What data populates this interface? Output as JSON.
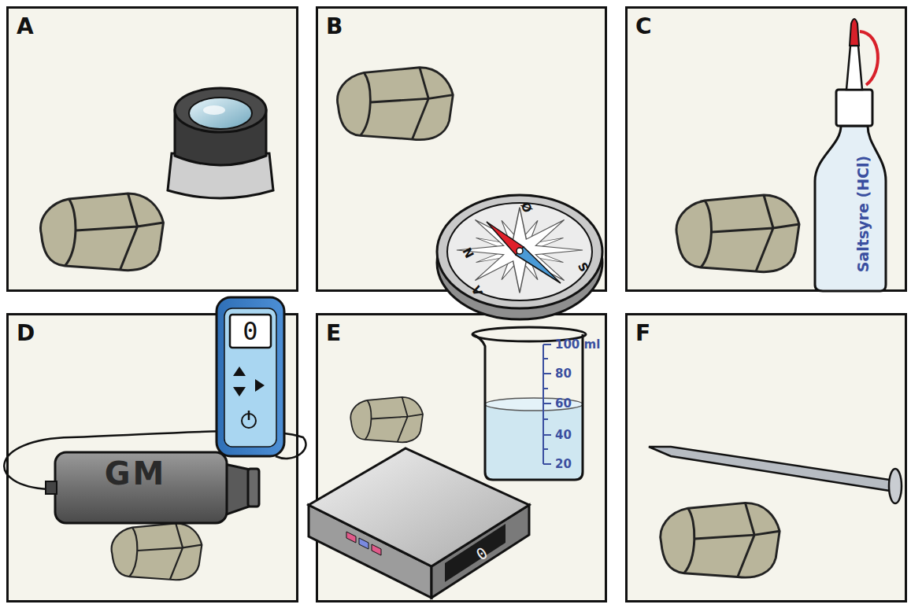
{
  "diagram": {
    "nodes": [
      {
        "text": [
          "A"
        ]
      },
      {
        "text": [
          "B"
        ]
      },
      {
        "text": [
          "C"
        ]
      },
      {
        "text": [
          "D"
        ]
      },
      {
        "text": [
          "E"
        ]
      },
      {
        "text": [
          "F"
        ]
      }
    ],
    "labels": [
      "Ø",
      "N",
      "S",
      "V",
      "Saltsyre (HCl)",
      "0",
      "GM",
      "100 ml",
      "80",
      "60",
      "40",
      "20",
      "0"
    ]
  }
}
